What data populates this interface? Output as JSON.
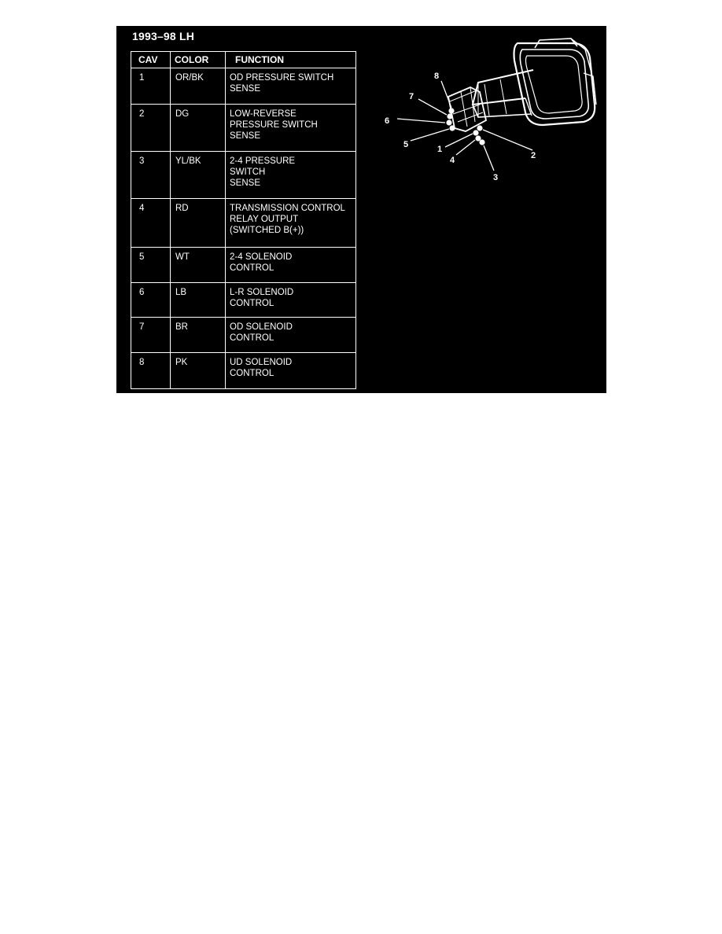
{
  "title": "1993–98 LH",
  "table": {
    "headers": {
      "cav": "CAV",
      "color": "COLOR",
      "function": "FUNCTION"
    },
    "rows": [
      {
        "cav": "1",
        "color": "OR/BK",
        "function": [
          "OD PRESSURE SWITCH",
          "SENSE"
        ]
      },
      {
        "cav": "2",
        "color": "DG",
        "function": [
          "LOW-REVERSE",
          "PRESSURE SWITCH",
          "SENSE"
        ]
      },
      {
        "cav": "3",
        "color": "YL/BK",
        "function": [
          "2-4 PRESSURE",
          "SWITCH",
          "SENSE"
        ]
      },
      {
        "cav": "4",
        "color": "RD",
        "function": [
          "TRANSMISSION CONTROL",
          "RELAY OUTPUT",
          "(SWITCHED B(+))"
        ]
      },
      {
        "cav": "5",
        "color": "WT",
        "function": [
          "2-4 SOLENOID",
          "CONTROL"
        ]
      },
      {
        "cav": "6",
        "color": "LB",
        "function": [
          "L-R SOLENOID",
          "CONTROL"
        ]
      },
      {
        "cav": "7",
        "color": "BR",
        "function": [
          "OD SOLENOID",
          "CONTROL"
        ]
      },
      {
        "cav": "8",
        "color": "PK",
        "function": [
          "UD SOLENOID",
          "CONTROL"
        ]
      }
    ]
  },
  "connector": {
    "pin_labels": {
      "p1": "1",
      "p2": "2",
      "p3": "3",
      "p4": "4",
      "p5": "5",
      "p6": "6",
      "p7": "7",
      "p8": "8"
    }
  },
  "colors": {
    "panel_background": "#000000",
    "foreground": "#ffffff",
    "page_background": "#ffffff"
  }
}
